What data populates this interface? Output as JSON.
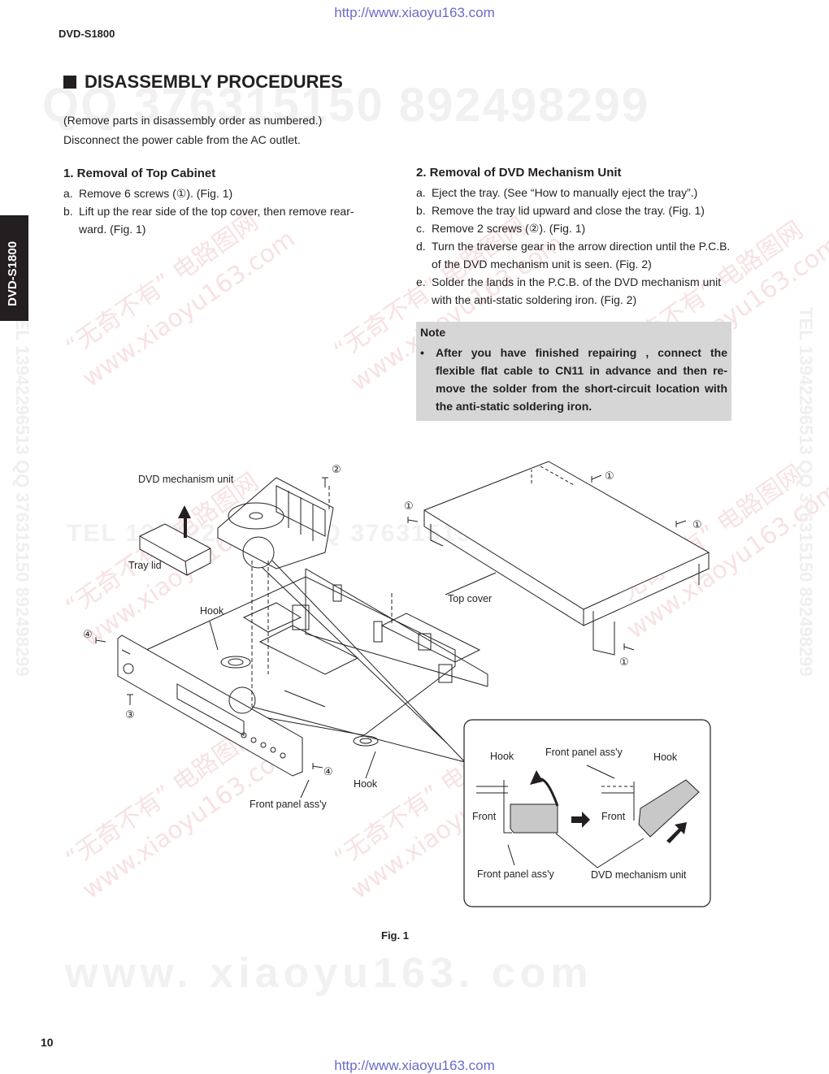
{
  "header": {
    "url_top": "http://www.xiaoyu163.com",
    "model": "DVD-S1800",
    "side_tab": "DVD-S1800"
  },
  "watermarks": {
    "top_qq": "QQ 376315150   892498299",
    "mid_tel": "TEL 13942296513   QQ 376315150   892498299",
    "diag_1": "“无奇不有” 电路图网",
    "diag_2": "www.xiaoyu163.com",
    "vertical": "TEL 13942296513  QQ 376315150  892498299",
    "bottom": "www. xiaoyu163. com"
  },
  "title": "DISASSEMBLY PROCEDURES",
  "intro": {
    "line1": "(Remove parts in disassembly order as numbered.)",
    "line2": "Disconnect the power cable from the AC outlet."
  },
  "section1": {
    "heading": "1. Removal of Top Cabinet",
    "steps": [
      {
        "letter": "a.",
        "text": "Remove 6 screws (①). (Fig. 1)"
      },
      {
        "letter": "b.",
        "text": "Lift up the rear side of the top cover, then remove rear-ward.  (Fig. 1)"
      }
    ]
  },
  "section2": {
    "heading": "2. Removal of DVD Mechanism Unit",
    "steps": [
      {
        "letter": "a.",
        "text": "Eject the tray. (See “How to manually eject the tray”.)"
      },
      {
        "letter": "b.",
        "text": "Remove the tray lid upward and close the tray. (Fig. 1)"
      },
      {
        "letter": "c.",
        "text": "Remove 2 screws (②). (Fig. 1)"
      },
      {
        "letter": "d.",
        "text": "Turn the traverse gear in the arrow direction until the P.C.B. of the DVD mechanism unit is seen. (Fig. 2)"
      },
      {
        "letter": "e.",
        "text": "Solder the lands in the P.C.B. of the DVD mechanism unit with the anti-static soldering iron. (Fig. 2)"
      }
    ]
  },
  "note": {
    "title": "Note",
    "bullet": "•",
    "text": "After you have finished repairing , connect the flexible flat cable to CN11 in advance and then re-move the solder from the short-circuit location with the anti-static soldering iron."
  },
  "figure": {
    "labels": {
      "dvd_mech_unit": "DVD mechanism unit",
      "tray_lid": "Tray lid",
      "hook_left": "Hook",
      "hook_bottom": "Hook",
      "top_cover": "Top cover",
      "front_panel": "Front panel ass'y",
      "inset_hook_left": "Hook",
      "inset_hook_right": "Hook",
      "inset_front_panel_top": "Front panel ass'y",
      "inset_front_left": "Front",
      "inset_front_right": "Front",
      "inset_front_panel_bottom": "Front panel ass'y",
      "inset_dvd_mech": "DVD mechanism unit"
    },
    "screw_marks": {
      "one": "①",
      "two": "②",
      "three": "③",
      "four": "④"
    },
    "caption": "Fig. 1"
  },
  "footer": {
    "page_number": "10",
    "url_bottom": "http://www.xiaoyu163.com"
  }
}
